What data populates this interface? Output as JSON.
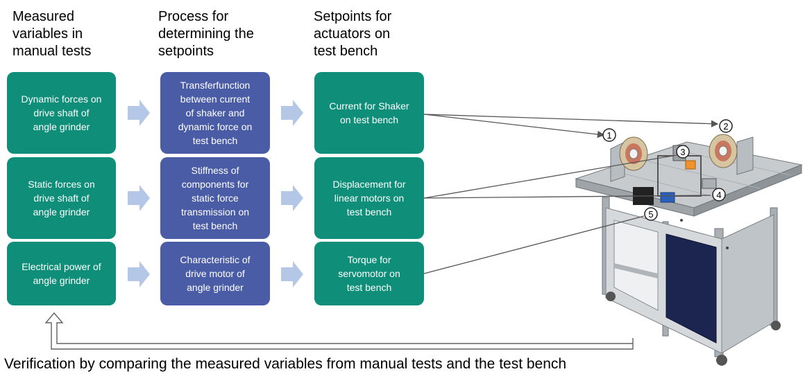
{
  "columns": [
    {
      "heading": "Measured\nvariables in\nmanual tests"
    },
    {
      "heading": "Process for\ndetermining the\nsetpoints"
    },
    {
      "heading": "Setpoints for\nactuators on\ntest bench"
    }
  ],
  "rows": [
    {
      "measured": "Dynamic forces on\ndrive shaft of\nangle grinder",
      "process": "Transferfunction\nbetween current\nof shaker and\ndynamic force on\ntest bench",
      "setpoint": "Current for Shaker\non test bench"
    },
    {
      "measured": "Static forces on\ndrive shaft of\nangle grinder",
      "process": "Stiffness of\ncomponents for\nstatic force\ntransmission on\ntest bench",
      "setpoint": "Displacement for\nlinear motors on\ntest bench"
    },
    {
      "measured": "Electrical power of\nangle grinder",
      "process": "Characteristic of\ndrive motor of\nangle grinder",
      "setpoint": "Torque for\nservomotor on\ntest bench"
    }
  ],
  "callouts": [
    "1",
    "2",
    "3",
    "4",
    "5"
  ],
  "footer": "Verification by comparing the measured variables from manual tests and the test bench",
  "colors": {
    "green": "#0f8f7a",
    "blue": "#4b5ca7",
    "arrow": "#b4c7e7",
    "frame": "#9ea4a8",
    "panel": "#1c2550"
  }
}
